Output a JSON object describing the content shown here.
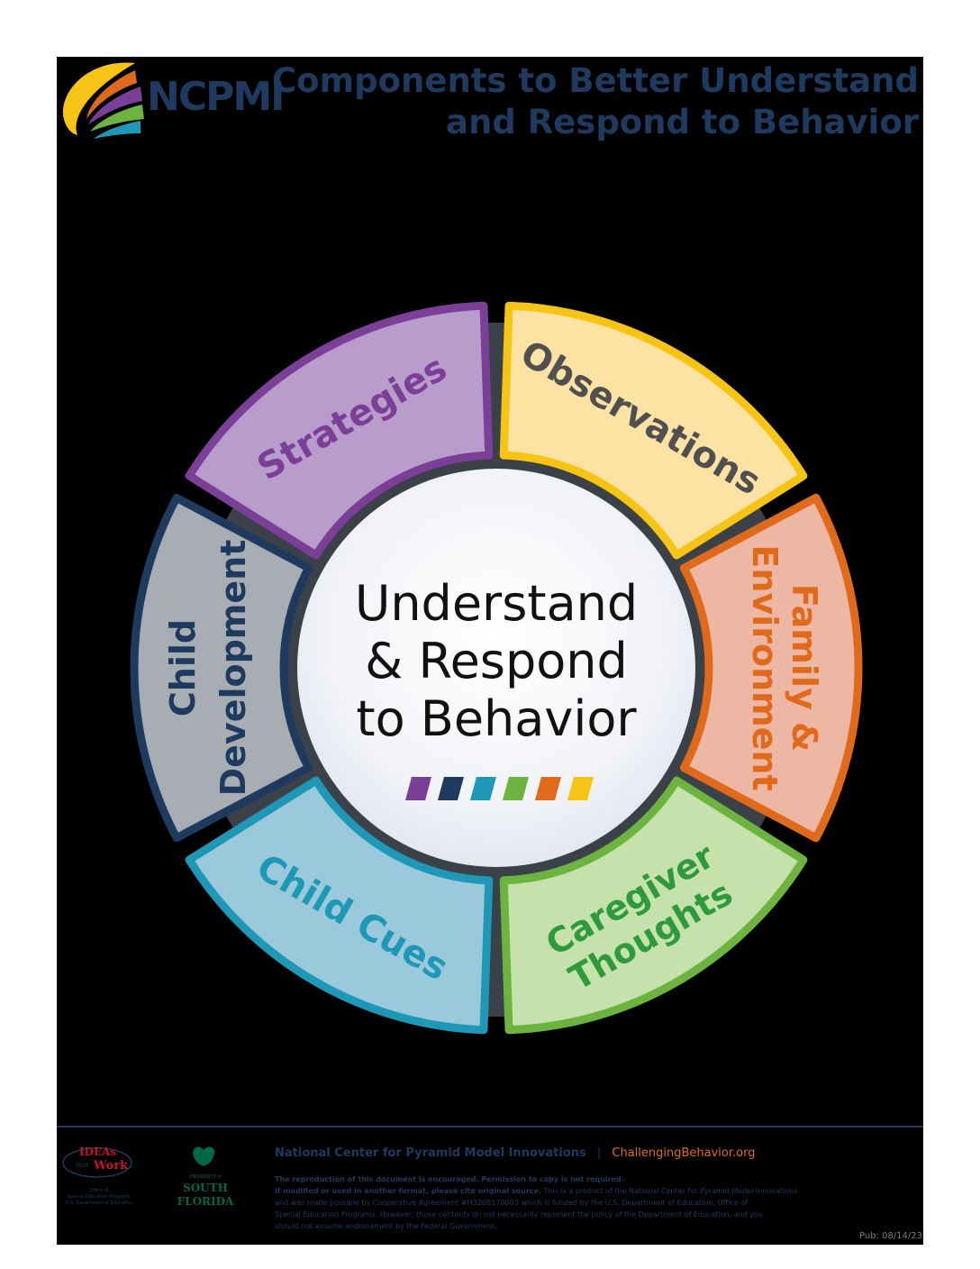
{
  "brand": {
    "name": "NCPMI"
  },
  "title": {
    "line1": "Components to Better Understand",
    "line2": "and Respond to Behavior"
  },
  "center": {
    "line1": "Understand",
    "line2": "& Respond",
    "line3": "to Behavior",
    "swatches": [
      "#7b3f98",
      "#1e3a5f",
      "#1f98b8",
      "#6cb33f",
      "#e06a1c",
      "#f6c415"
    ]
  },
  "segments": [
    {
      "id": "strategies",
      "lines": [
        "Strategies"
      ],
      "fill": "#b89ccc",
      "stroke": "#7b3f98",
      "text": "#7b3f98"
    },
    {
      "id": "observations",
      "lines": [
        "Observations"
      ],
      "fill": "#fce3a4",
      "stroke": "#f6c415",
      "text": "#505050"
    },
    {
      "id": "family-environment",
      "lines": [
        "Family &",
        "Environment"
      ],
      "fill": "#eeb7a3",
      "stroke": "#e06a1c",
      "text": "#e06a1c"
    },
    {
      "id": "caregiver-thoughts",
      "lines": [
        "Caregiver",
        "Thoughts"
      ],
      "fill": "#c5e1ac",
      "stroke": "#6cb33f",
      "text": "#2f9a3c"
    },
    {
      "id": "child-cues",
      "lines": [
        "Child Cues"
      ],
      "fill": "#99c9da",
      "stroke": "#1f98b8",
      "text": "#1f98b8"
    },
    {
      "id": "child-development",
      "lines": [
        "Child",
        "Development"
      ],
      "fill": "#a8adb4",
      "stroke": "#1e3a5f",
      "text": "#1e3a5f"
    }
  ],
  "footer": {
    "org_name": "National Center for Pyramid Model Innovations",
    "separator": "|",
    "website": "ChallengingBehavior.org",
    "repro_bold1": "The reproduction of this document is encouraged. Permission to copy is not required.",
    "repro_bold2": "If modified or used in another format, please cite original source.",
    "repro_line2_rest": " This is a product of the National Center for Pyramid Model Innovations",
    "repro_line3": "and was made possible by Cooperative Agreement #H326B170003 which is funded by the U.S. Department of Education, Office of",
    "repro_line4": "Special Education Programs. However, those contents do not necessarily represent the policy of the Department of Education, and you",
    "repro_line5": "should not assume endorsement by the Federal Government.",
    "pub": "Pub: 08/14/23",
    "idea_logo": {
      "word1": "IDEAs",
      "word2": "that",
      "word3": "Work",
      "sub1": "Office of",
      "sub2": "Special Education Programs",
      "sub3": "U.S. Department of Education"
    },
    "usf_logo": {
      "small": "UNIVERSITY of",
      "line1": "SOUTH",
      "line2": "FLORIDA"
    }
  },
  "colors": {
    "background": "#000000",
    "navy": "#1e3a5f",
    "ring": "#3b4149",
    "website": "#e06a1c",
    "usf_green": "#006747"
  }
}
